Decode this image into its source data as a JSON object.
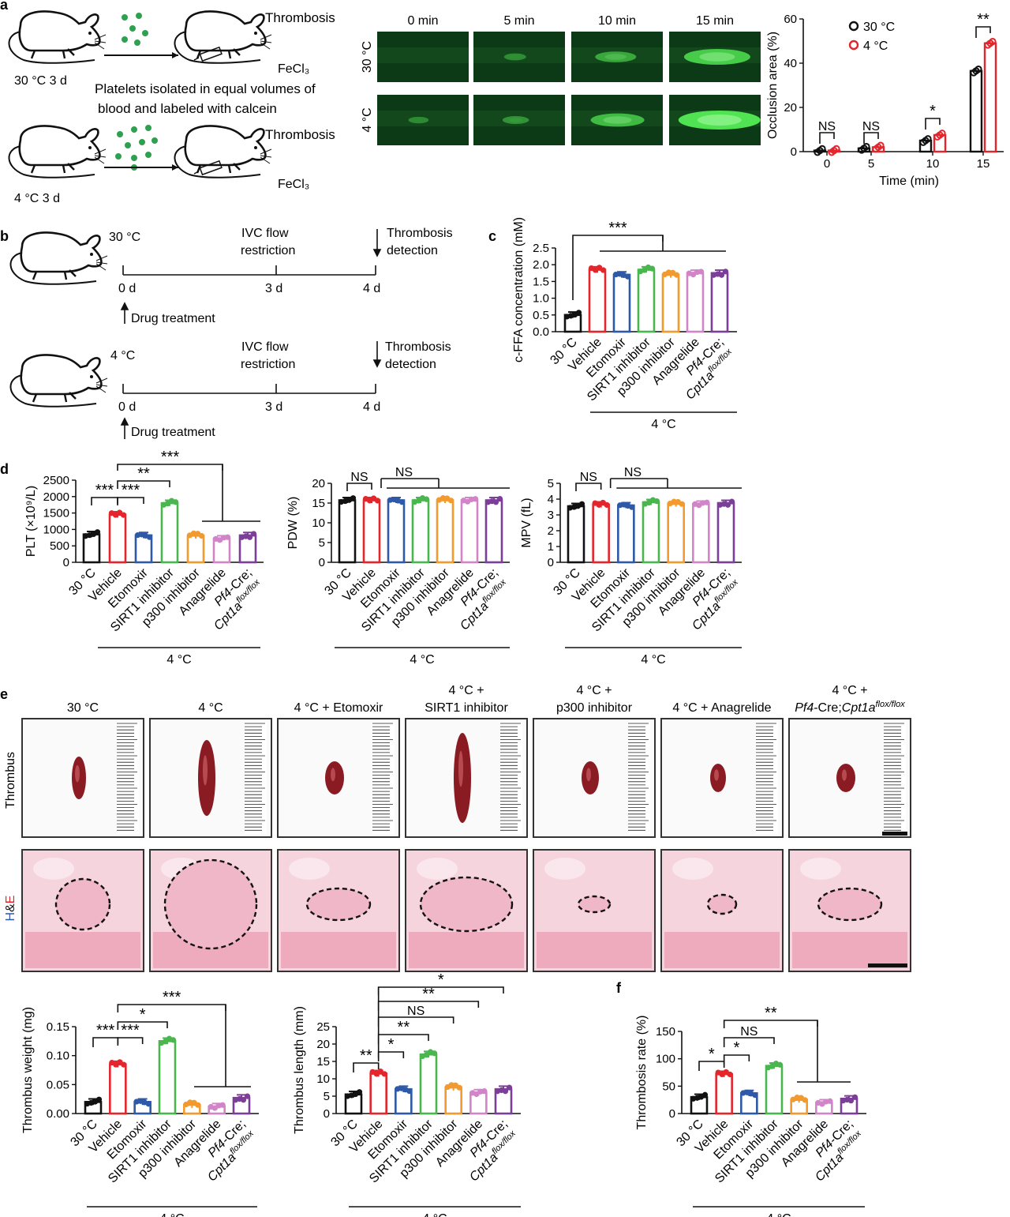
{
  "panels": {
    "a": "a",
    "b": "b",
    "c": "c",
    "d": "d",
    "e": "e",
    "f": "f"
  },
  "colors": {
    "black": "#111111",
    "red": "#e4262c",
    "blue": "#2e59a8",
    "green": "#49b64e",
    "orange": "#f29a2e",
    "pink": "#d284c9",
    "purple": "#7b3f98",
    "fluor_bg": "#0d3a16",
    "fluor_spot": "#5cff5c",
    "tissue_pink": "#f0b7c8",
    "clot_red": "#8a1b22"
  },
  "schematic_a": {
    "label_30": "30 °C 3 d",
    "label_4": "4 °C  3 d",
    "thrombosis": "Thrombosis",
    "fecl3": "FeCl₃",
    "platelet_note_line1": "Platelets isolated in equal volumes of",
    "platelet_note_line2": "blood and labeled with calcein"
  },
  "imaging_a": {
    "time_headers": [
      "0 min",
      "5 min",
      "10 min",
      "15 min"
    ],
    "row_labels": [
      "30 °C",
      "4 °C"
    ]
  },
  "schematic_b": {
    "temp_30": "30 °C",
    "temp_4": "4 °C",
    "ivc1": "IVC flow",
    "ivc2": "restriction",
    "det1": "Thrombosis",
    "det2": "detection",
    "d0": "0 d",
    "d3": "3 d",
    "d4": "4 d",
    "drug": "Drug treatment"
  },
  "group_labels": [
    "30 °C",
    "Vehicle",
    "Etomoxir",
    "SIRT1 inhibitor",
    "p300 inhibitor",
    "Anagrelide",
    "Pf4-Cre;",
    "Cpt1a"
  ],
  "group_bracket_label": "4 °C",
  "thrombus_images_e": {
    "headers": [
      [
        "30 °C",
        ""
      ],
      [
        "4 °C",
        ""
      ],
      [
        "4 °C + Etomoxir",
        ""
      ],
      [
        "4 °C +",
        "SIRT1 inhibitor"
      ],
      [
        "4 °C +",
        "p300 inhibitor"
      ],
      [
        "4 °C + Anagrelide",
        ""
      ],
      [
        "4 °C +",
        "Pf4-Cre;Cpt1a"
      ]
    ],
    "flox_superscript": "flox/flox",
    "row_thrombus": "Thrombus",
    "row_he_h": "H",
    "row_he_amp": "&",
    "row_he_e": "E"
  },
  "chart_data": [
    {
      "id": "a-occlusion",
      "type": "bar",
      "ylabel": "Occlusion area (%)",
      "xlabel": "Time (min)",
      "categories": [
        "0",
        "5",
        "10",
        "15"
      ],
      "ylim": [
        0,
        60
      ],
      "yticks": [
        0,
        20,
        40,
        60
      ],
      "series": [
        {
          "name": "30 °C",
          "values": [
            0.5,
            1.5,
            5,
            36.5
          ]
        },
        {
          "name": "4 °C",
          "values": [
            0.5,
            2,
            7.5,
            49
          ]
        }
      ],
      "significance": [
        "NS",
        "NS",
        "*",
        "**"
      ]
    },
    {
      "id": "c-ffa",
      "type": "bar",
      "ylabel": "c-FFA concentration (mM)",
      "ylim": [
        0,
        2.5
      ],
      "yticks": [
        "0.0",
        "0.5",
        "1.0",
        "1.5",
        "2.0",
        "2.5"
      ],
      "values": [
        0.5,
        1.85,
        1.7,
        1.85,
        1.7,
        1.75,
        1.75
      ],
      "significance": [
        "***"
      ]
    },
    {
      "id": "d-plt",
      "type": "bar",
      "ylabel": "PLT (×10⁹/L)",
      "ylim": [
        0,
        2500
      ],
      "yticks": [
        "0",
        "500",
        "1000",
        "1500",
        "2000",
        "2500"
      ],
      "values": [
        850,
        1450,
        820,
        1800,
        810,
        720,
        820
      ],
      "significance": [
        "***",
        "***",
        "**",
        "***"
      ]
    },
    {
      "id": "d-pdw",
      "type": "bar",
      "ylabel": "PDW (%)",
      "ylim": [
        0,
        20
      ],
      "yticks": [
        "0",
        "5",
        "10",
        "15",
        "20"
      ],
      "values": [
        15.7,
        15.7,
        15.7,
        15.7,
        15.7,
        15.7,
        15.7
      ],
      "significance": [
        "NS",
        "NS"
      ]
    },
    {
      "id": "d-mpv",
      "type": "bar",
      "ylabel": "MPV (fL)",
      "ylim": [
        0,
        5
      ],
      "yticks": [
        "0",
        "1",
        "2",
        "3",
        "4",
        "5"
      ],
      "values": [
        3.55,
        3.65,
        3.6,
        3.8,
        3.7,
        3.7,
        3.75
      ],
      "significance": [
        "NS",
        "NS"
      ]
    },
    {
      "id": "e-weight",
      "type": "bar",
      "ylabel": "Thrombus weight (mg)",
      "ylim": [
        0,
        0.15
      ],
      "yticks": [
        "0.00",
        "0.05",
        "0.10",
        "0.15"
      ],
      "values": [
        0.02,
        0.085,
        0.02,
        0.125,
        0.015,
        0.012,
        0.027
      ],
      "significance": [
        "***",
        "***",
        "*",
        "***"
      ]
    },
    {
      "id": "e-length",
      "type": "bar",
      "ylabel": "Thrombus length (mm)",
      "ylim": [
        0,
        25
      ],
      "yticks": [
        "0",
        "5",
        "10",
        "15",
        "20",
        "25"
      ],
      "values": [
        5.5,
        11.5,
        7,
        17,
        7.5,
        6,
        7
      ],
      "significance": [
        "**",
        "*",
        "**",
        "NS",
        "**",
        "*"
      ]
    },
    {
      "id": "f-rate",
      "type": "bar",
      "ylabel": "Thrombosis rate (%)",
      "ylim": [
        0,
        150
      ],
      "yticks": [
        "0",
        "50",
        "100",
        "150"
      ],
      "values": [
        30,
        72,
        37,
        87,
        25,
        20,
        27
      ],
      "significance": [
        "*",
        "*",
        "NS",
        "**"
      ]
    }
  ]
}
